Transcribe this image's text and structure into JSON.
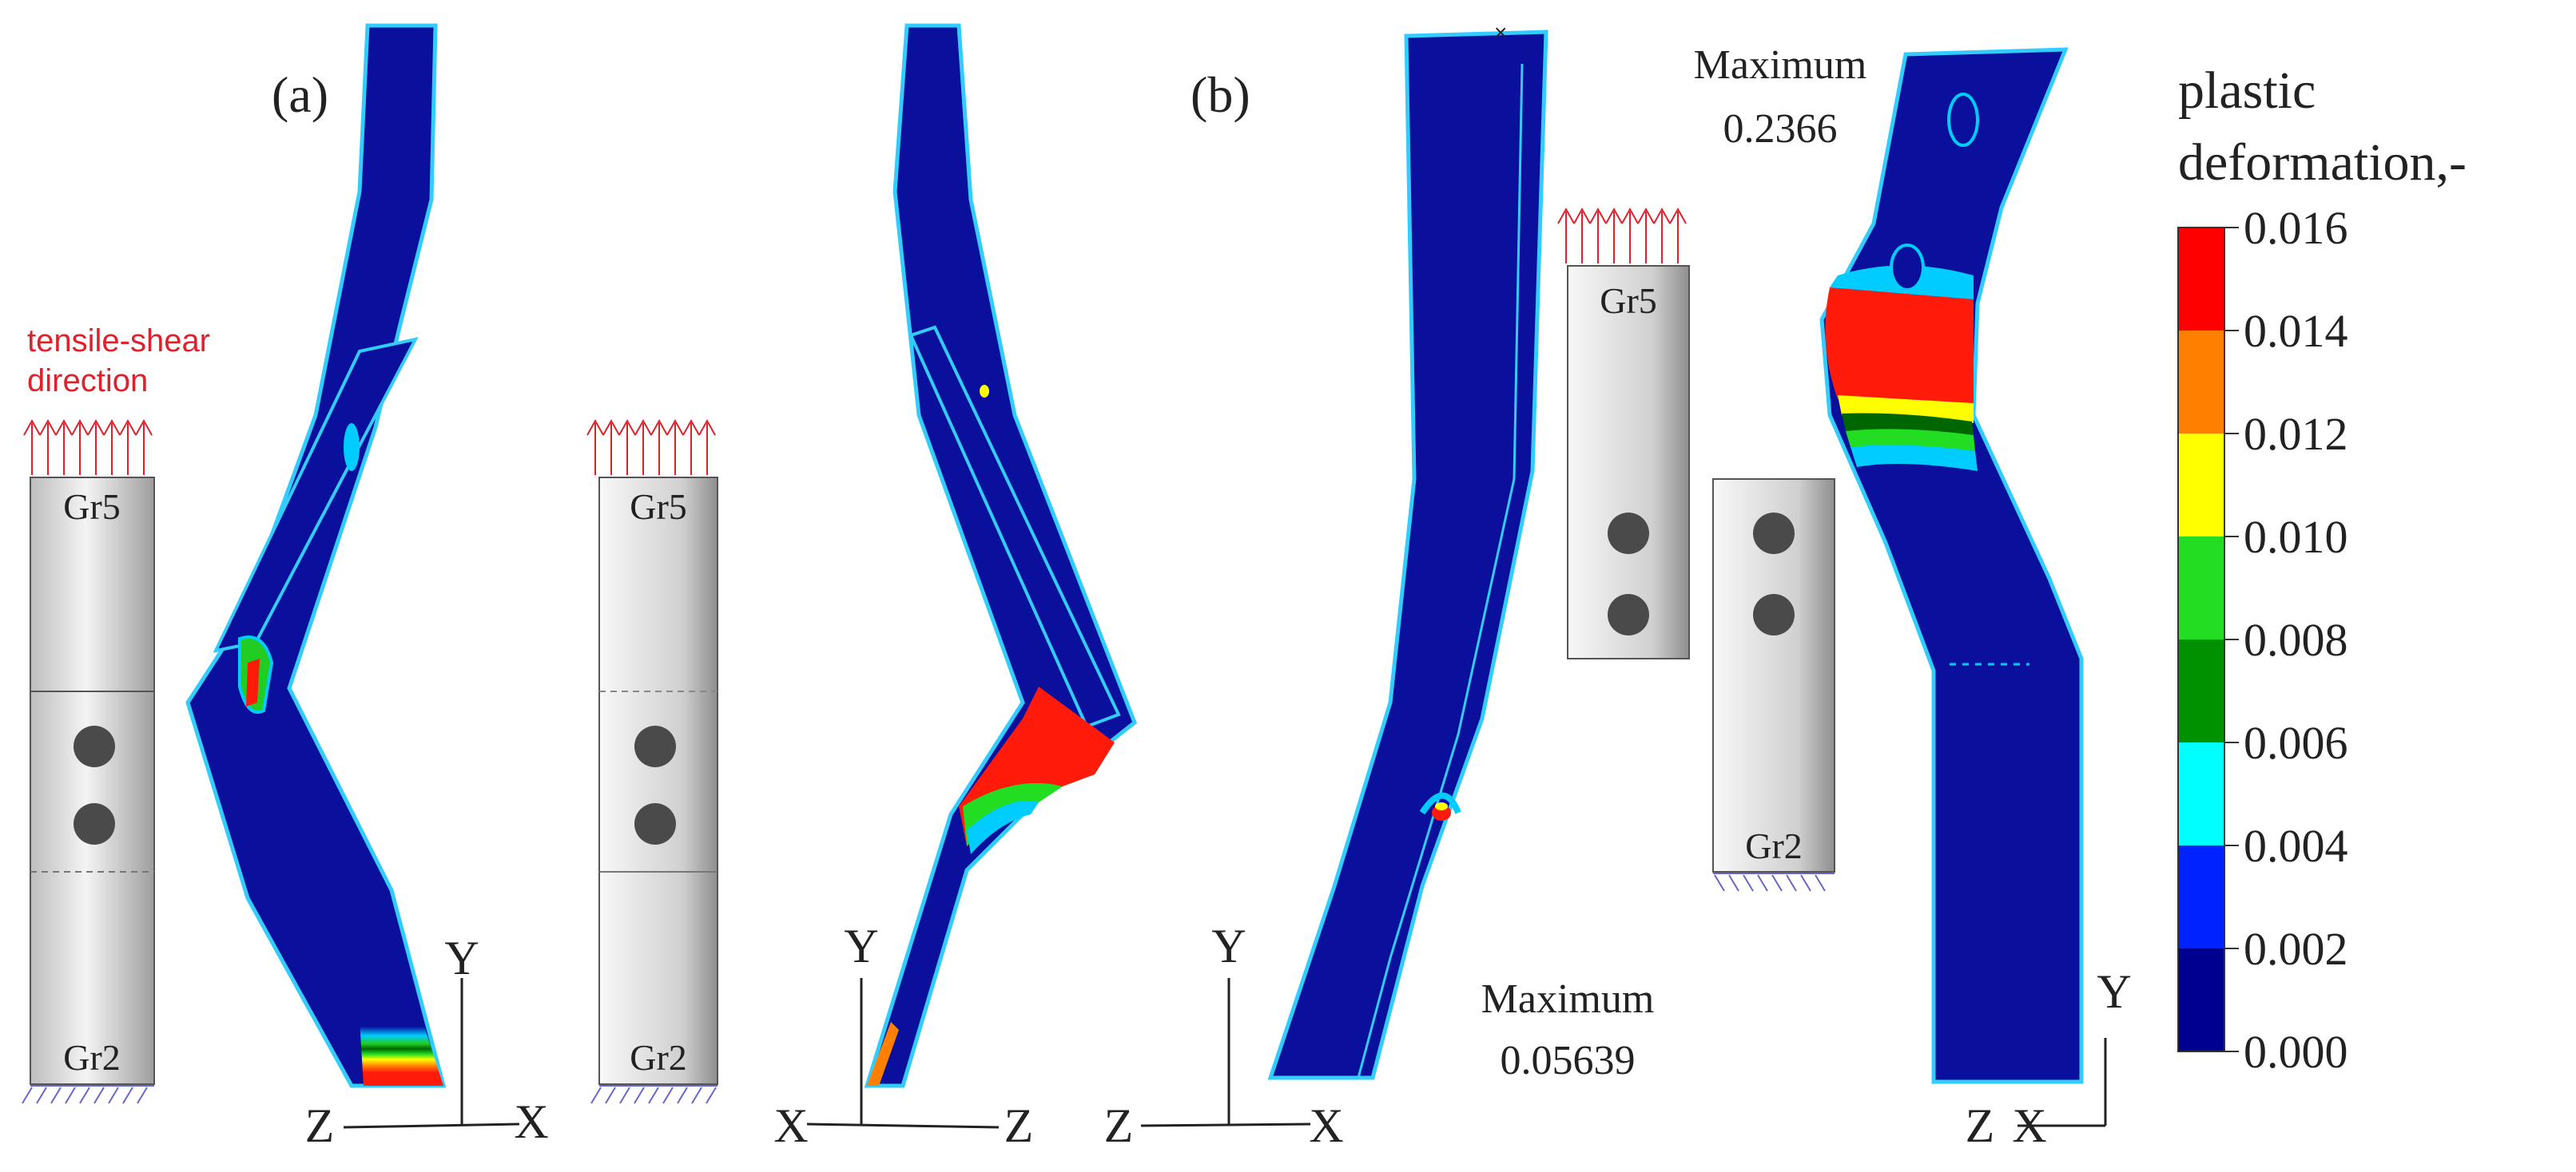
{
  "panels": {
    "a": {
      "label": "(a)"
    },
    "b": {
      "label": "(b)"
    }
  },
  "annotations": {
    "tensile_line1": "tensile-shear",
    "tensile_line2": "direction",
    "max1_label": "Maximum",
    "max1_value": "0.05639",
    "max2_label": "Maximum",
    "max2_value": "0.2366"
  },
  "specimens": {
    "upper": "Gr5",
    "lower": "Gr2"
  },
  "axes": {
    "a1": {
      "vertical": "Y",
      "left": "Z",
      "right": "X"
    },
    "a2": {
      "vertical": "Y",
      "left": "X",
      "right": "Z"
    },
    "b1": {
      "vertical": "Y",
      "left": "Z",
      "right": "X"
    },
    "b2": {
      "vertical": "Y",
      "left": "Z",
      "right": "X"
    }
  },
  "legend": {
    "title_line1": "plastic",
    "title_line2": "deformation,-",
    "ticks": [
      "0.016",
      "0.014",
      "0.012",
      "0.010",
      "0.008",
      "0.006",
      "0.004",
      "0.002",
      "0.000"
    ],
    "colors": [
      "#ff0000",
      "#ff7f00",
      "#ffff00",
      "#22dd22",
      "#009100",
      "#00ffff",
      "#0022ff",
      "#000090"
    ]
  },
  "colors": {
    "low": "#0a0f9c",
    "hot": "#ff1a0a",
    "force": "#e0202a"
  }
}
